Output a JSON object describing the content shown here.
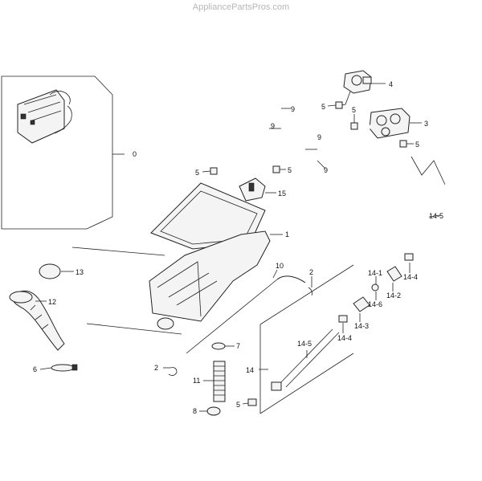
{
  "watermark": "AppliancePartsPros.com",
  "labels": {
    "l0": "0",
    "l1": "1",
    "l2a": "2",
    "l2b": "2",
    "l3": "3",
    "l4": "4",
    "l5a": "5",
    "l5b": "5",
    "l5c": "5",
    "l5d": "5",
    "l5e": "5",
    "l6": "6",
    "l7": "7",
    "l8": "8",
    "l9a": "9",
    "l9b": "9",
    "l9c": "9",
    "l9d": "9",
    "l10": "10",
    "l11": "11",
    "l12": "12",
    "l13": "13",
    "l14": "14",
    "l14_1": "14-1",
    "l14_2": "14-2",
    "l14_3": "14-3",
    "l14_4a": "14-4",
    "l14_4b": "14-4",
    "l14_5a": "14-5",
    "l14_5b": "14-5",
    "l14_6": "14-6",
    "l15": "15"
  }
}
